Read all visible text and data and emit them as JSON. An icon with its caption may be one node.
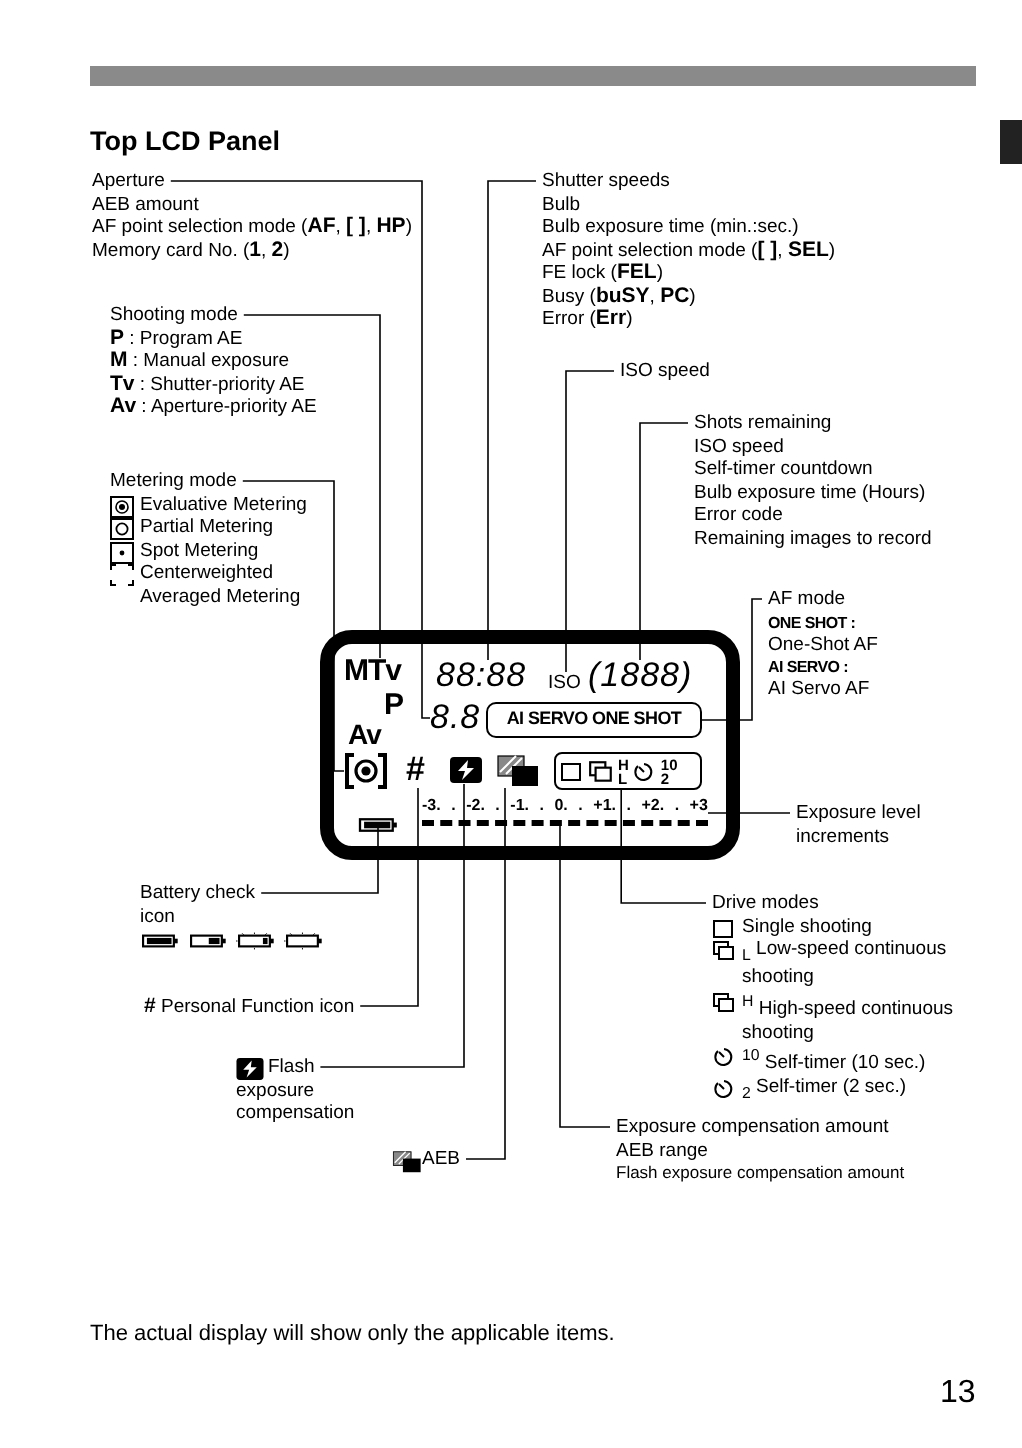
{
  "diagram": {
    "title": "Top LCD Panel",
    "nodes": [
      {
        "text": [
          "Aperture",
          "AEB amount",
          "AF point selection mode (**AF**, **[ ]**, **HP**)",
          "Memory card No. (**1**, **2**)"
        ]
      },
      {
        "text": [
          "Shutter speeds",
          "Bulb",
          "Bulb exposure time (min.:sec.)",
          "AF point selection mode (**[    ]**, **SEL**)",
          "FE lock (**FEL**)",
          "Busy (**buSY**, **PC**)",
          "Error (**Err**)"
        ]
      },
      {
        "text": [
          "Shooting mode",
          "**P** : Program AE",
          "**M** : Manual exposure",
          "**Tv** : Shutter-priority AE",
          "**Av** : Aperture-priority AE"
        ]
      },
      {
        "text": [
          "ISO speed"
        ]
      },
      {
        "text": [
          "Metering mode",
          "Evaluative Metering",
          "Partial Metering",
          "Spot Metering",
          "Centerweighted Averaged Metering"
        ]
      },
      {
        "text": [
          "Shots remaining",
          "ISO speed",
          "Self-timer countdown",
          "Bulb exposure time (Hours)",
          "Error code",
          "Remaining images to record"
        ]
      },
      {
        "text": [
          "AF mode",
          "ONE SHOT :",
          "One-Shot AF",
          "AI SERVO :",
          "AI Servo AF"
        ]
      },
      {
        "text": [],
        "shape": "box"
      },
      {
        "text": [
          "MTv",
          "P",
          "Av"
        ],
        "in": 7
      },
      {
        "text": [
          "88:88"
        ],
        "in": 7
      },
      {
        "text": [
          "ISO"
        ],
        "in": 7
      },
      {
        "text": [
          "(1888)"
        ],
        "in": 7
      },
      {
        "text": [
          "8.8"
        ],
        "in": 7
      },
      {
        "text": [
          "AI SERVO ONE SHOT"
        ],
        "in": 7
      },
      {
        "text": [],
        "shape": "circle",
        "in": 7
      },
      {
        "text": [
          "#"
        ],
        "in": 7
      },
      {
        "text": [],
        "shape": "box",
        "in": 7
      },
      {
        "text": [],
        "shape": "box",
        "in": 7
      },
      {
        "text": [
          "H",
          "L",
          "10",
          "2"
        ],
        "in": 7
      },
      {
        "text": [],
        "shape": "box",
        "in": 7
      },
      {
        "text": [
          "-3. . -2. . -1. . 0. . +1. . +2. . +3"
        ],
        "in": 7
      },
      {
        "text": [
          "Exposure level increments"
        ]
      },
      {
        "text": [
          "Battery check icon"
        ]
      },
      {
        "text": [
          "Drive modes",
          "Single shooting",
          "$_{L}$ Low-speed continuous shooting",
          "$^{H}$ High-speed continuous shooting",
          "$^{10}$ Self-timer (10 sec.)",
          "$_{2}$ Self-timer (2 sec.)"
        ]
      },
      {
        "text": [
          "**#** Personal Function icon"
        ]
      },
      {
        "text": [
          "Flash exposure compensation"
        ]
      },
      {
        "text": [
          "Exposure compensation amount",
          "AEB range",
          "Flash exposure compensation amount"
        ]
      },
      {
        "text": [
          "AEB"
        ]
      }
    ],
    "edges": [
      {
        "from": 0,
        "to": 12,
        "arrow": "none"
      },
      {
        "from": 1,
        "to": 9,
        "arrow": "none"
      },
      {
        "from": 2,
        "to": 8,
        "arrow": "none"
      },
      {
        "from": 3,
        "to": 10,
        "arrow": "none"
      },
      {
        "from": 4,
        "to": 14,
        "arrow": "none"
      },
      {
        "from": 5,
        "to": 11,
        "arrow": "none"
      },
      {
        "from": 6,
        "to": 13,
        "arrow": "none"
      },
      {
        "from": 21,
        "to": 20,
        "arrow": "none"
      },
      {
        "from": 22,
        "to": 19,
        "arrow": "none"
      },
      {
        "from": 23,
        "to": 18,
        "arrow": "none"
      },
      {
        "from": 24,
        "to": 15,
        "arrow": "none"
      },
      {
        "from": 25,
        "to": 16,
        "arrow": "none"
      },
      {
        "from": 26,
        "to": 20,
        "arrow": "none"
      },
      {
        "from": 27,
        "to": 17,
        "arrow": "none"
      }
    ],
    "labels": [
      "The actual display will show only the applicable items.",
      "13"
    ]
  }
}
